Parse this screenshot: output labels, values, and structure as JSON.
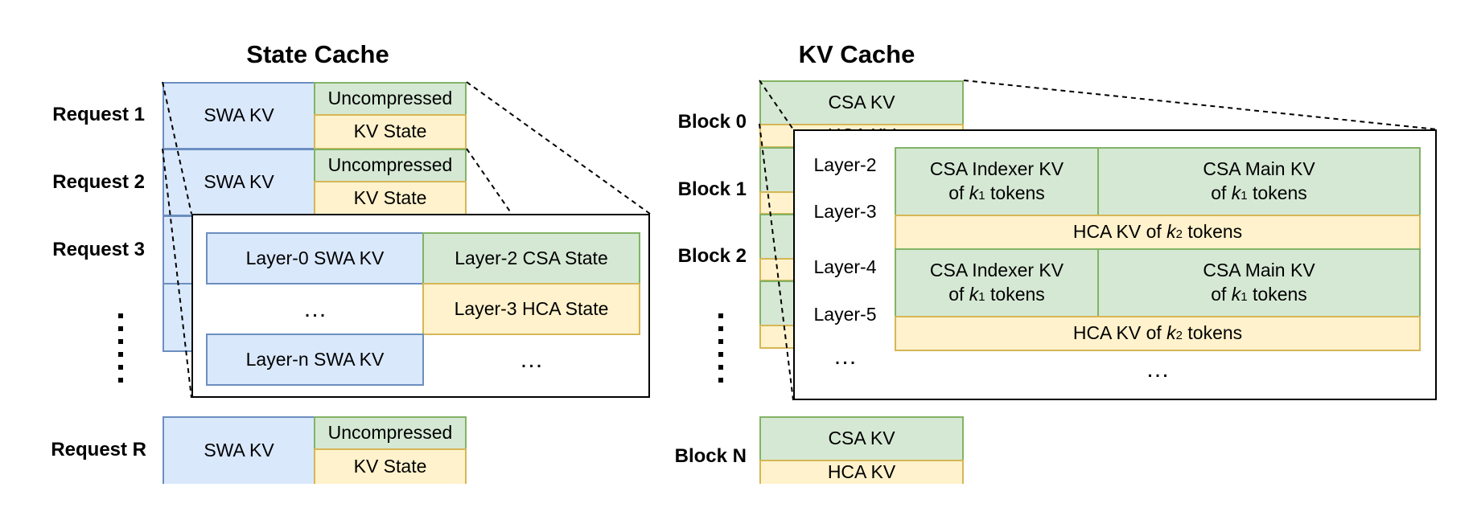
{
  "state_cache": {
    "title": "State Cache",
    "requests": [
      {
        "label": "Request 1",
        "swa": "SWA KV",
        "top": "Uncompressed",
        "bottom": "KV State"
      },
      {
        "label": "Request 2",
        "swa": "SWA KV",
        "top": "Uncompressed",
        "bottom": "KV State"
      },
      {
        "label": "Request 3"
      },
      {
        "label": "Request R",
        "swa": "SWA KV",
        "top": "Uncompressed",
        "bottom": "KV State"
      }
    ],
    "zoom": {
      "layer0": "Layer-0 SWA KV",
      "layer2": "Layer-2 CSA State",
      "mid_dots": "…",
      "layer3": "Layer-3 HCA State",
      "layern": "Layer-n SWA KV",
      "end_dots": "…"
    }
  },
  "kv_cache": {
    "title": "KV Cache",
    "block_labels": [
      "Block 0",
      "Block 1",
      "Block 2",
      "Block N"
    ],
    "block_top": "CSA KV",
    "block_bottom": "HCA KV",
    "zoom": {
      "layers": [
        "Layer-2",
        "Layer-3",
        "Layer-4",
        "Layer-5",
        "…"
      ],
      "csa_indexer_line1": "CSA Indexer KV",
      "csa_main_line1": "CSA Main KV",
      "of": "of",
      "tokens": "tokens",
      "k": "k",
      "k1_sub": "1",
      "k2_sub": "2",
      "hca_prefix": "HCA KV of",
      "end_dots": "…"
    }
  },
  "colors": {
    "swa_fill": "#dae8fc",
    "swa_border": "#6c8ebf",
    "csa_fill": "#d5e8d4",
    "csa_border": "#82b366",
    "hca_fill": "#fff2cc",
    "hca_border": "#d6b656"
  }
}
